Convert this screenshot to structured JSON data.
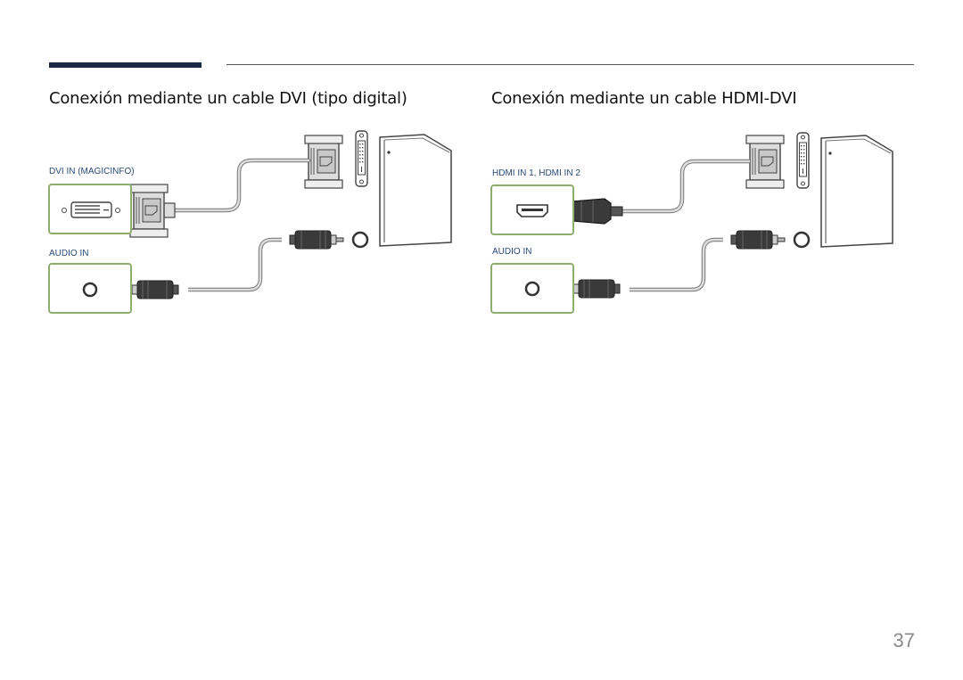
{
  "sections": [
    {
      "title": "Conexión mediante un cable DVI (tipo digital)",
      "video_port_label": "DVI IN (MAGICINFO)",
      "audio_port_label": "AUDIO IN"
    },
    {
      "title": "Conexión mediante un cable HDMI-DVI",
      "video_port_label": "HDMI IN 1, HDMI IN 2",
      "audio_port_label": "AUDIO IN"
    }
  ],
  "page_number": "37",
  "colors": {
    "accent_bar": "#1f2a44",
    "port_frame": "#8fae6e",
    "cable": "#c8c8c8",
    "connector_dark": "#3a3a3a"
  },
  "icons": [
    "dvi-connector-icon",
    "hdmi-connector-icon",
    "audio-jack-icon",
    "pc-tower-icon"
  ]
}
